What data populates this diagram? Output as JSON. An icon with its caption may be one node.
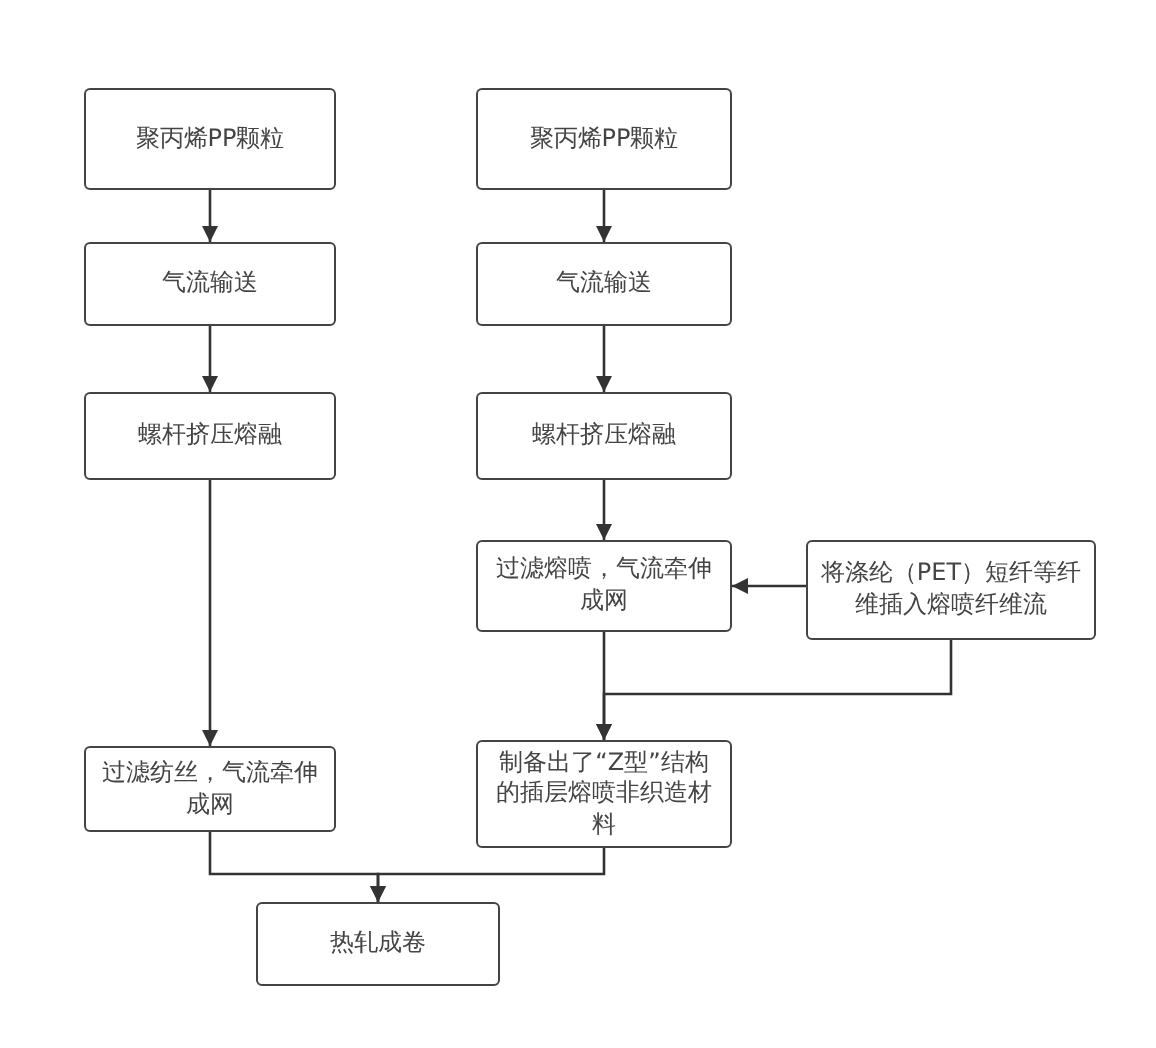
{
  "diagram": {
    "nodes": [
      {
        "text": [
          "聚丙烯PP颗粒"
        ]
      },
      {
        "text": [
          "气流输送"
        ]
      },
      {
        "text": [
          "螺杆挤压熔融"
        ]
      },
      {
        "text": [
          "过滤纺丝，气流牵伸成网"
        ]
      },
      {
        "text": [
          "聚丙烯PP颗粒"
        ]
      },
      {
        "text": [
          "气流输送"
        ]
      },
      {
        "text": [
          "螺杆挤压熔融"
        ]
      },
      {
        "text": [
          "过滤熔喷，气流牵伸成网"
        ]
      },
      {
        "text": [
          "制备出了“Z型”结构的插层熔喷非织造材料"
        ]
      },
      {
        "text": [
          "将涤纶（PET）短纤等纤维插入熔喷纤维流"
        ]
      },
      {
        "text": [
          "热轧成卷"
        ]
      }
    ],
    "edges": [
      {
        "from": 0,
        "to": 1,
        "arrow": "to"
      },
      {
        "from": 1,
        "to": 2,
        "arrow": "to"
      },
      {
        "from": 2,
        "to": 3,
        "arrow": "to"
      },
      {
        "from": 4,
        "to": 5,
        "arrow": "to"
      },
      {
        "from": 5,
        "to": 6,
        "arrow": "to"
      },
      {
        "from": 6,
        "to": 7,
        "arrow": "to"
      },
      {
        "from": 9,
        "to": 7,
        "arrow": "to"
      },
      {
        "from": 7,
        "to": 8,
        "arrow": "to"
      },
      {
        "from": 9,
        "to": 8,
        "arrow": "to"
      },
      {
        "from": 3,
        "to": 10,
        "arrow": "to"
      },
      {
        "from": 8,
        "to": 10,
        "arrow": "to"
      }
    ]
  }
}
